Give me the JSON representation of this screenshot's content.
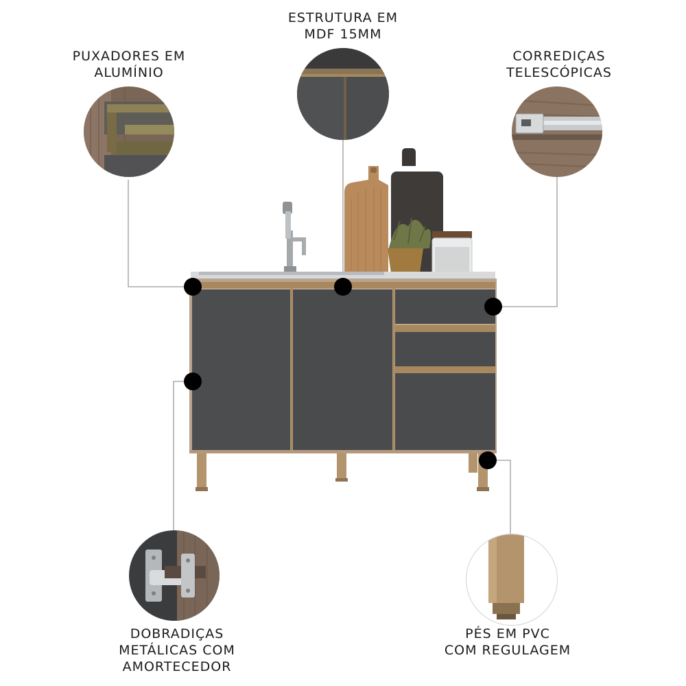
{
  "features": {
    "handles": {
      "line1": "PUXADORES EM",
      "line2": "ALUMÍNIO"
    },
    "structure": {
      "line1": "ESTRUTURA EM",
      "line2": "MDF 15MM"
    },
    "slides": {
      "line1": "CORREDIÇAS",
      "line2": "TELESCÓPICAS"
    },
    "hinges": {
      "line1": "DOBRADIÇAS",
      "line2": "METÁLICAS COM",
      "line3": "AMORTECEDOR"
    },
    "feet": {
      "line1": "PÉS EM PVC",
      "line2": "COM REGULAGEM"
    }
  },
  "colors": {
    "cabinet_front": "#4a4b4c",
    "trim": "#b08f67",
    "feet": "#b3946d",
    "dots": "#000000",
    "lines": "#9a9a9a"
  }
}
